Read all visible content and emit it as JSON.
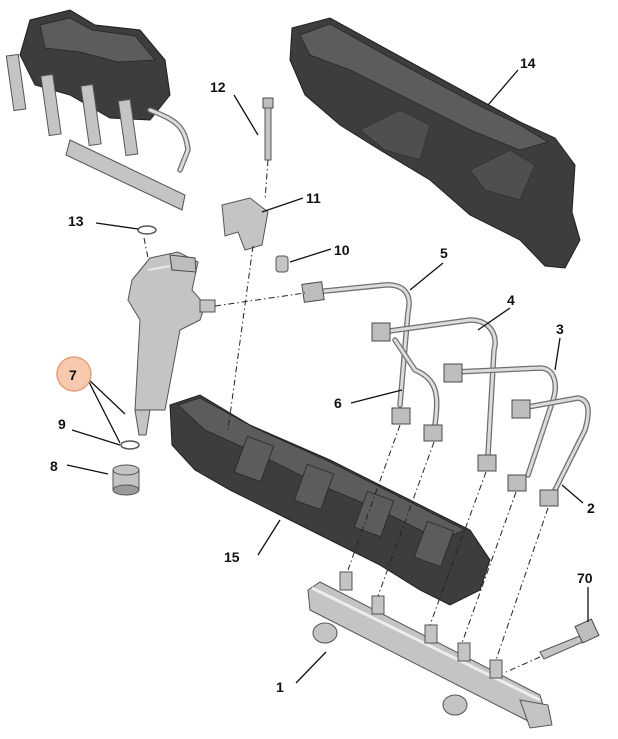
{
  "highlight_color": "#f7c9ae",
  "highlight_border": "#e8a07a",
  "callouts": [
    {
      "id": "1",
      "label": "1"
    },
    {
      "id": "2",
      "label": "2"
    },
    {
      "id": "3",
      "label": "3"
    },
    {
      "id": "4",
      "label": "4"
    },
    {
      "id": "5",
      "label": "5"
    },
    {
      "id": "6",
      "label": "6"
    },
    {
      "id": "7",
      "label": "7"
    },
    {
      "id": "8",
      "label": "8"
    },
    {
      "id": "9",
      "label": "9"
    },
    {
      "id": "10",
      "label": "10"
    },
    {
      "id": "11",
      "label": "11"
    },
    {
      "id": "12",
      "label": "12"
    },
    {
      "id": "13",
      "label": "13"
    },
    {
      "id": "14",
      "label": "14"
    },
    {
      "id": "15",
      "label": "15"
    },
    {
      "id": "70",
      "label": "70"
    }
  ],
  "highlighted_callout": "7"
}
